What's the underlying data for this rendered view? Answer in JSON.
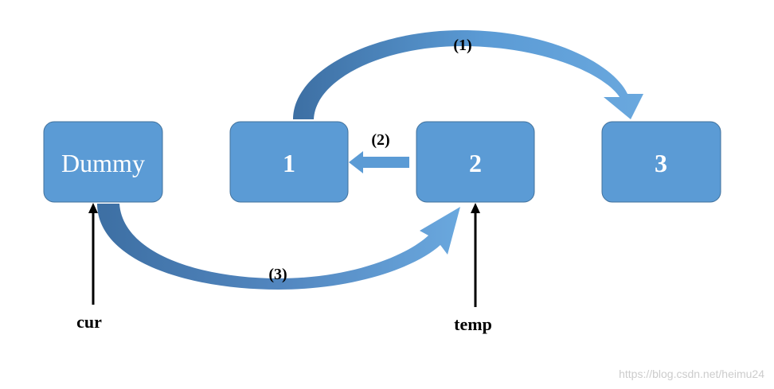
{
  "nodes": {
    "dummy": "Dummy",
    "n1": "1",
    "n2": "2",
    "n3": "3"
  },
  "steps": {
    "s1": "(1)",
    "s2": "(2)",
    "s3": "(3)"
  },
  "pointers": {
    "cur": "cur",
    "temp": "temp"
  },
  "watermark": "https://blog.csdn.net/heimu24",
  "colors": {
    "node_fill": "#5b9bd5",
    "node_border": "#41719c",
    "arrow_light": "#5b9bd5",
    "arrow_dark": "#3a6fa5"
  }
}
